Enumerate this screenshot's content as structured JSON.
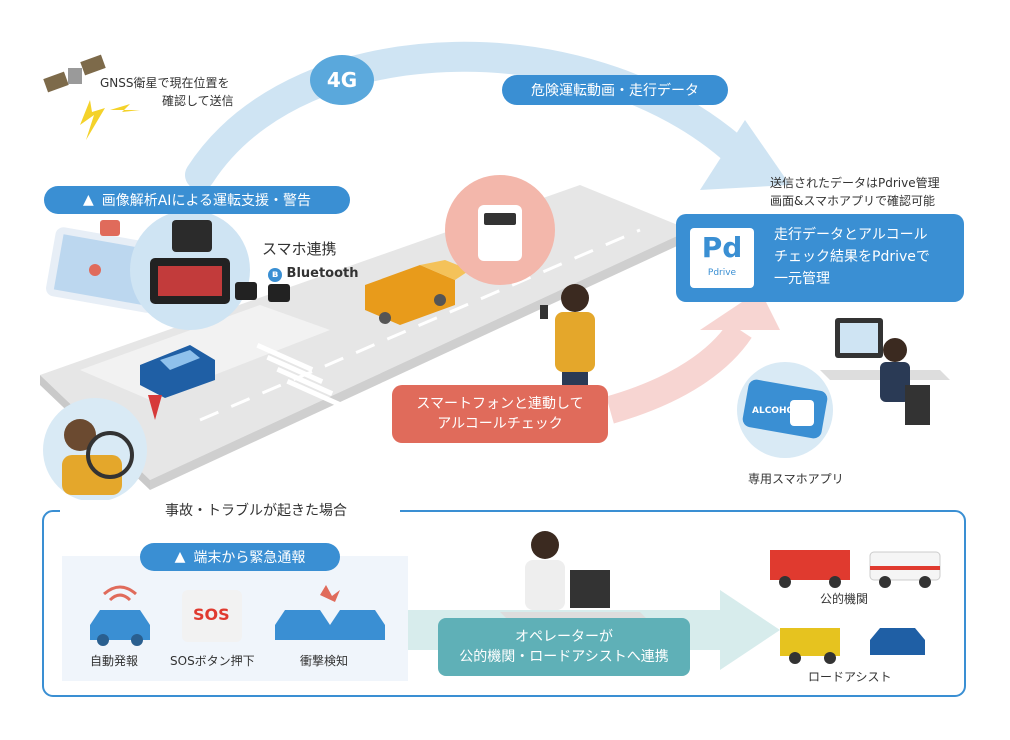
{
  "top": {
    "satellite_caption": [
      "GNSS衛星で現在位置を",
      "確認して送信"
    ],
    "network_badge": "4G",
    "flow_label": "危険運転動画・走行データ",
    "ai_banner": "画像解析AIによる運転支援・警告",
    "smartphone_link": "スマホ連携",
    "bluetooth_label": "Bluetooth",
    "pdrive_caption": [
      "送信されたデータはPdrive管理",
      "画面&スマホアプリで確認可能"
    ],
    "pdrive_logo": "Pd",
    "pdrive_logo_sub": "Pdrive",
    "pdrive_panel_text": [
      "走行データとアルコール",
      "チェック結果をPdriveで",
      "一元管理"
    ],
    "alcohol_check_text": [
      "スマートフォンと連動して",
      "アルコールチェック"
    ],
    "app_caption": "専用スマホアプリ",
    "app_card_label": "ALCOHOL"
  },
  "bottom": {
    "section_title": "事故・トラブルが起きた場合",
    "emergency_banner": "端末から緊急通報",
    "items": [
      "自動発報",
      "SOSボタン押下",
      "衝撃検知"
    ],
    "sos_label": "SOS",
    "operator_text": [
      "オペレーターが",
      "公的機関・ロードアシストへ連携"
    ],
    "public_agency": "公的機関",
    "road_assist": "ロードアシスト"
  },
  "colors": {
    "accent_blue": "#3a8fd3",
    "alert_red": "#e06b5b",
    "teal": "#5fb0b7"
  }
}
